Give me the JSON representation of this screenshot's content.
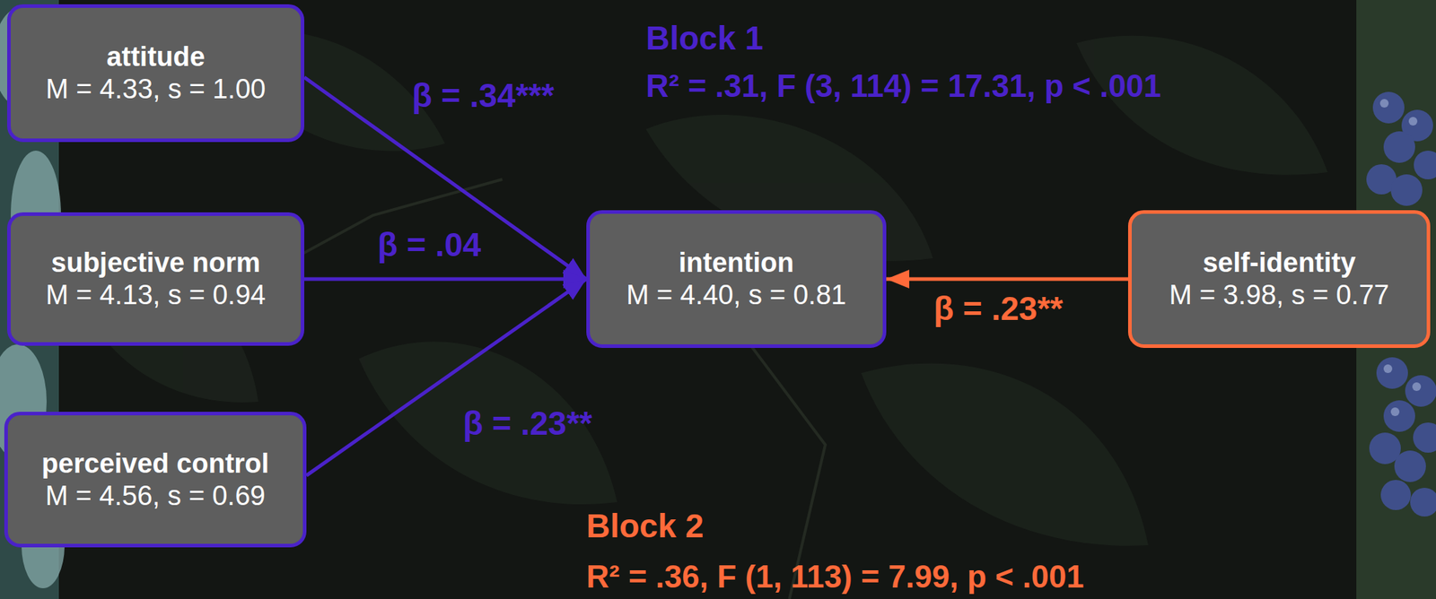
{
  "diagram": {
    "nodes": [
      {
        "text": [
          "attitude",
          "M = 4.33, s = 1.00"
        ]
      },
      {
        "text": [
          "subjective norm",
          "M = 4.13, s = 0.94"
        ]
      },
      {
        "text": [
          "perceived control",
          "M = 4.56, s = 0.69"
        ]
      },
      {
        "text": [
          "intention",
          "M = 4.40, s = 0.81"
        ]
      },
      {
        "text": [
          "self-identity",
          "M = 3.98, s = 0.77"
        ]
      }
    ],
    "edges": [
      {
        "from": 0,
        "to": 3,
        "label": "β = .34***",
        "arrow": "to"
      },
      {
        "from": 1,
        "to": 3,
        "label": "β = .04",
        "arrow": "to"
      },
      {
        "from": 2,
        "to": 3,
        "label": "β = .23**",
        "arrow": "to"
      },
      {
        "from": 4,
        "to": 3,
        "label": "β = .23**",
        "arrow": "to"
      }
    ],
    "labels": [
      "Block 1",
      "R² = .31, F (3, 114) = 17.31, p < .001",
      "Block 2",
      "R² = .36, F (1, 113) = 7.99, p < .001"
    ]
  }
}
